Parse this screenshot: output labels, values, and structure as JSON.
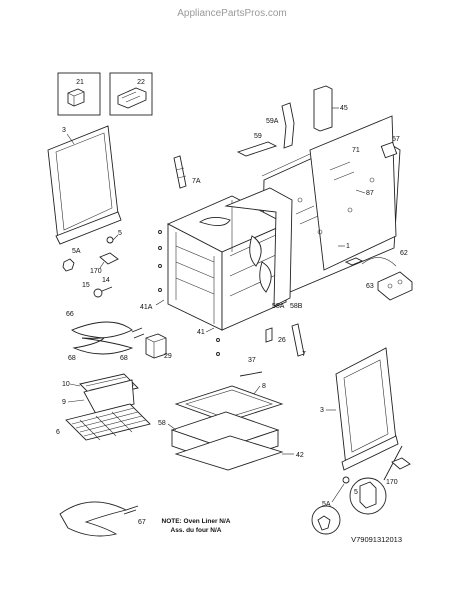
{
  "header": {
    "site": "AppliancePartsPros.com"
  },
  "diagram_code": "V79091312013",
  "note": {
    "line1": "NOTE: Oven Liner N/A",
    "line2": "Ass. du four N/A"
  },
  "parts": {
    "p21": "21",
    "p22": "22",
    "p3a": "3",
    "p3b": "3",
    "p5a": "5",
    "p5b": "5",
    "p5A1": "5A",
    "p5A2": "5A",
    "p14": "14",
    "p15": "15",
    "p170a": "170",
    "p170b": "170",
    "p7A": "7A",
    "p45": "45",
    "p59A": "59A",
    "p59": "59",
    "p57": "57",
    "p71": "71",
    "p87": "87",
    "p1": "1",
    "p62": "62",
    "p63": "63",
    "p41A": "41A",
    "p41": "41",
    "p58A": "58A",
    "p58B": "58B",
    "p26": "26",
    "p7": "7",
    "p29": "29",
    "p66": "66",
    "p68a": "68",
    "p68b": "68",
    "p37": "37",
    "p10": "10",
    "p9": "9",
    "p6": "6",
    "p8": "8",
    "p58": "58",
    "p42": "42",
    "p67": "67"
  }
}
